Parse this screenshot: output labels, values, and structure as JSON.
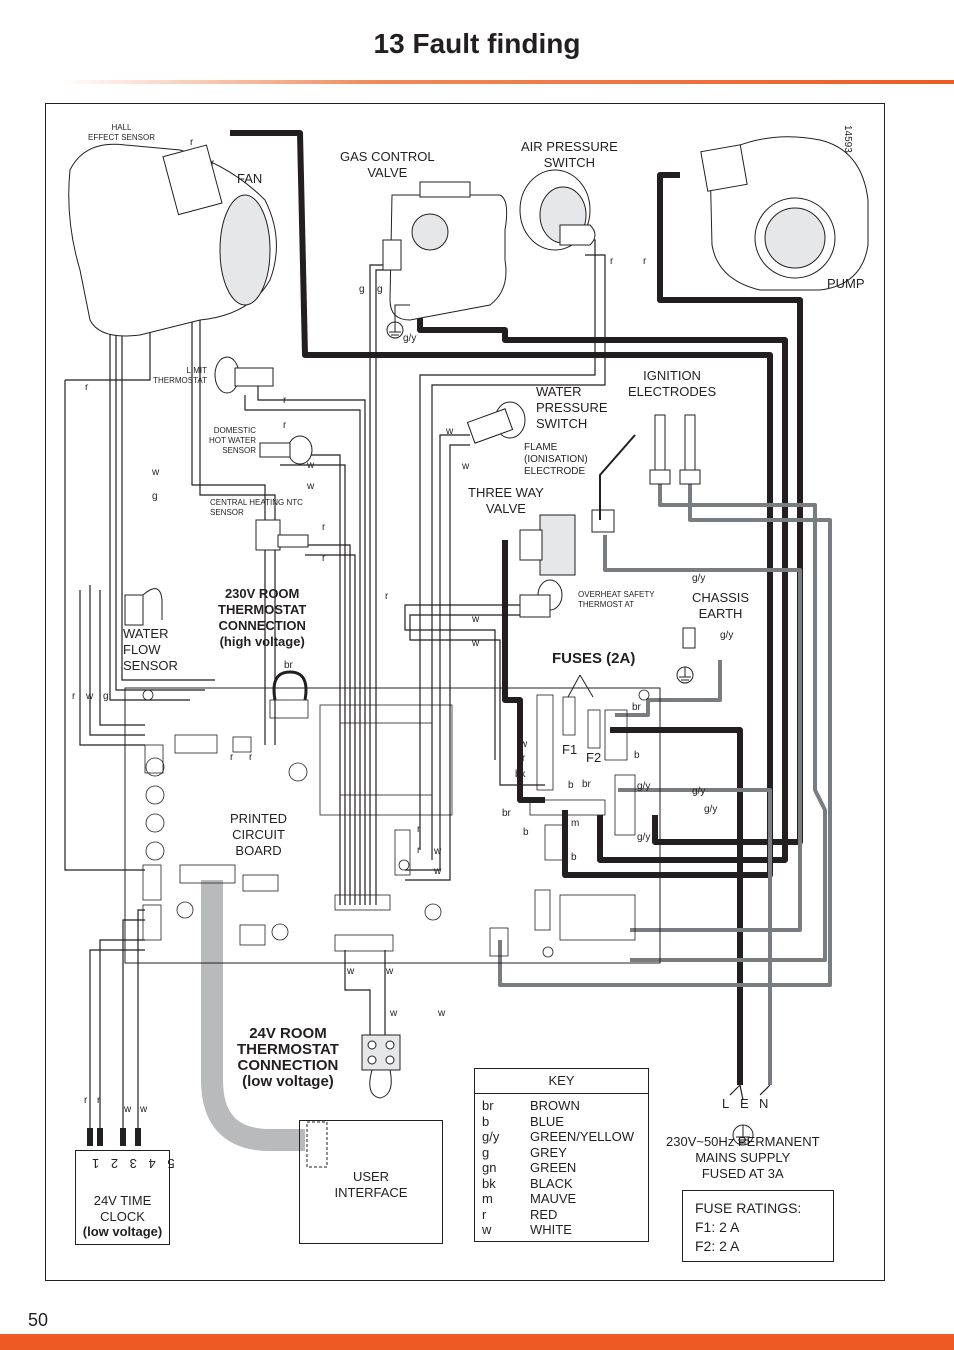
{
  "page": {
    "title": "13  Fault finding",
    "page_number": "50",
    "figure_number": "14593"
  },
  "components": {
    "hall_sensor": "HALL\nEFFECT SENSOR",
    "fan": "FAN",
    "gas_valve": "GAS CONTROL\nVALVE",
    "air_switch": "AIR PRESSURE\nSWITCH",
    "pump": "PUMP",
    "limit_thermostat": "LIMIT\nTHERMOSTAT",
    "dhw_sensor": "DOMESTIC\nHOT WATER\nSENSOR",
    "ch_sensor": "CENTRAL HEATING NTC\nSENSOR",
    "water_pressure_switch": "WATER\nPRESSURE\nSWITCH",
    "ignition_electrodes": "IGNITION\nELECTRODES",
    "flame_electrode": "FLAME\n(IONISATION)\nELECTRODE",
    "three_way_valve": "THREE WAY\nVALVE",
    "overheat_thermostat": "OVERHEAT SAFETY\nTHERMOST AT",
    "chassis_earth": "CHASSIS\nEARTH",
    "water_flow_sensor": "WATER\nFLOW\nSENSOR",
    "room_thermostat_hv": "230V ROOM\nTHERMOSTAT\nCONNECTION\n(high voltage)",
    "fuses": "FUSES (2A)",
    "pcb": "PRINTED\nCIRCUIT\nBOARD",
    "room_thermostat_lv": "24V ROOM\nTHERMOSTAT\nCONNECTION\n(low voltage)",
    "user_interface": "USER\nINTERFACE",
    "time_clock": "24V TIME\nCLOCK",
    "time_clock_sub": "(low voltage)",
    "mains_supply": "230V~50Hz PERMANENT\nMAINS SUPPLY\nFUSED AT 3A",
    "fuse_f1": "F1",
    "fuse_f2": "F2",
    "mains_lbl_l": "L",
    "mains_lbl_e": "E",
    "mains_lbl_n": "N",
    "clock_terminals": "5 4 3 2 1"
  },
  "wire_labels": {
    "r": "r",
    "w": "w",
    "g": "g",
    "gy": "g/y",
    "br": "br",
    "b": "b",
    "bk": "bk",
    "m": "m"
  },
  "key": {
    "heading": "KEY",
    "rows": [
      {
        "code": "br",
        "color": "BROWN"
      },
      {
        "code": "b",
        "color": "BLUE"
      },
      {
        "code": "g/y",
        "color": "GREEN/YELLOW"
      },
      {
        "code": "g",
        "color": "GREY"
      },
      {
        "code": "gn",
        "color": "GREEN"
      },
      {
        "code": "bk",
        "color": "BLACK"
      },
      {
        "code": "m",
        "color": "MAUVE"
      },
      {
        "code": "r",
        "color": "RED"
      },
      {
        "code": "w",
        "color": "WHITE"
      }
    ]
  },
  "fuse_ratings": {
    "heading": "FUSE RATINGS:",
    "f1": "F1:  2 A",
    "f2": "F2:  2 A"
  },
  "colors": {
    "accent": "#ee5a24",
    "wire_dark": "#231f20",
    "wire_grey": "#7a7d80",
    "ribbon": "#b9babc"
  }
}
